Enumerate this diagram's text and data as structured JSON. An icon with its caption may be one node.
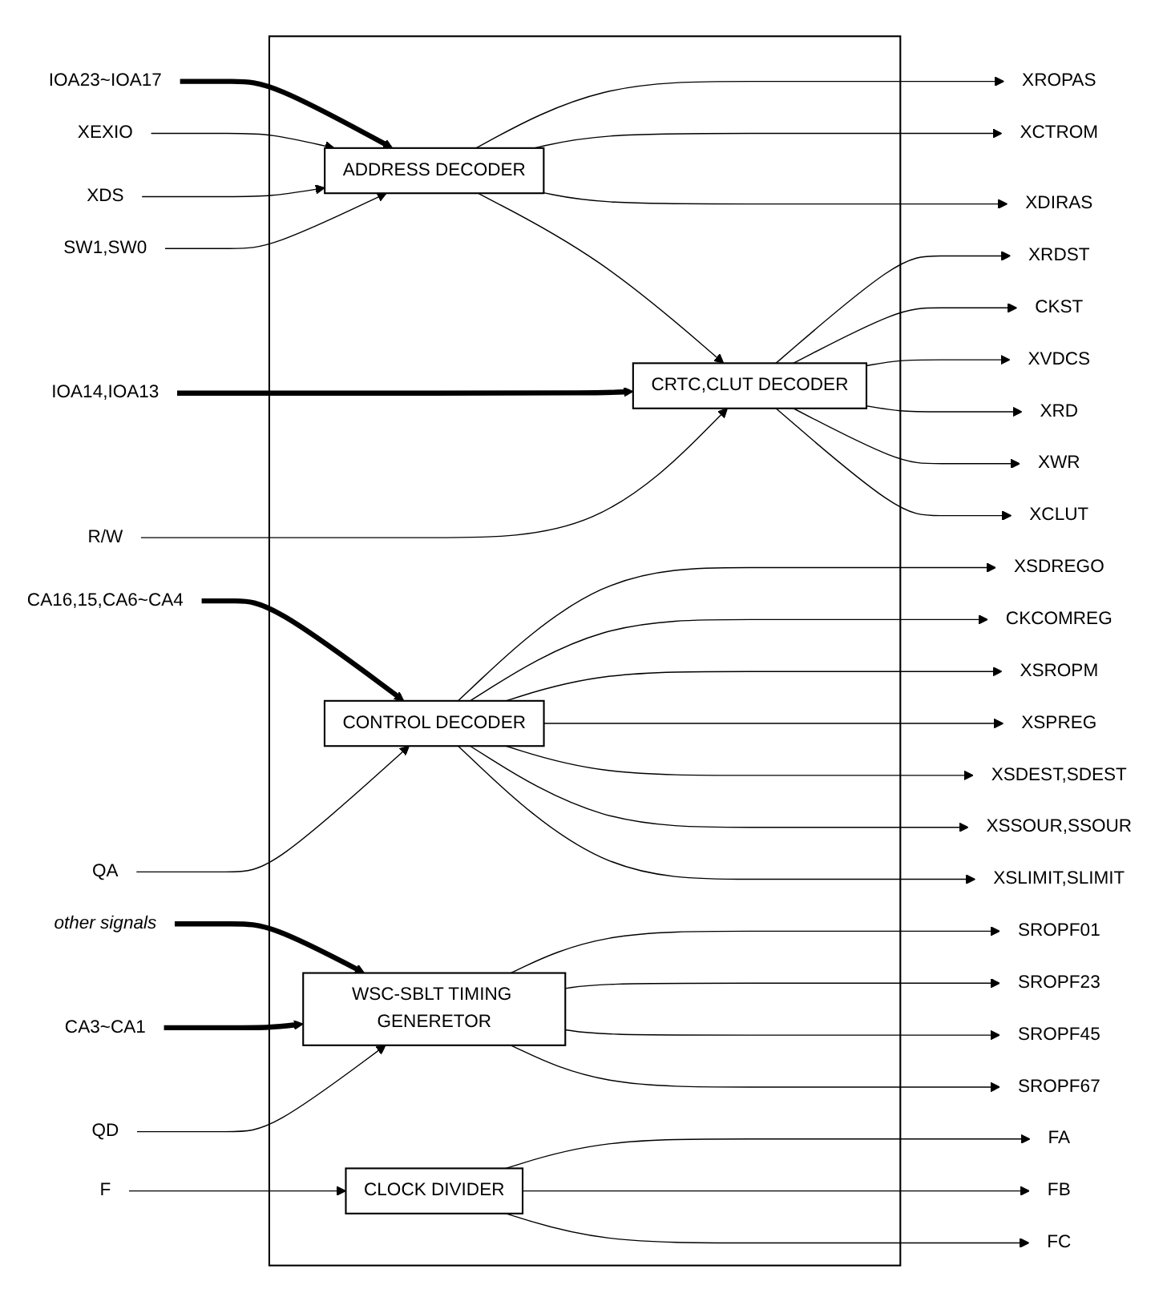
{
  "diagram": {
    "nodes": [
      {
        "text": [],
        "shape": "box"
      },
      {
        "text": [
          "ADDRESS DECODER"
        ],
        "in": 0
      },
      {
        "text": [
          "CONTROL DECODER"
        ],
        "in": 0
      },
      {
        "text": [
          "CRTC,CLUT DECODER"
        ],
        "in": 0
      },
      {
        "text": [
          "WSC-SBLT TIMING GENERETOR"
        ],
        "in": 0
      },
      {
        "text": [
          "CLOCK DIVIDER"
        ],
        "in": 0
      },
      {
        "text": [
          "IOA23~IOA17"
        ]
      },
      {
        "text": [
          "XEXIO"
        ]
      },
      {
        "text": [
          "XDS"
        ]
      },
      {
        "text": [
          "SW1,SW0"
        ]
      },
      {
        "text": [
          "CA16,15,CA6~CA4"
        ]
      },
      {
        "text": [
          "QA"
        ]
      },
      {
        "text": [
          "IOA14,IOA13"
        ]
      },
      {
        "text": [
          "R/W"
        ]
      },
      {
        "text": [
          "other signals"
        ]
      },
      {
        "text": [
          "CA3~CA1"
        ]
      },
      {
        "text": [
          "QD"
        ]
      },
      {
        "text": [
          "F"
        ]
      },
      {
        "text": [
          "XROPAS"
        ]
      },
      {
        "text": [
          "XCTROM"
        ]
      },
      {
        "text": [
          "XDIRAS"
        ]
      },
      {
        "text": [
          "XSDREGO"
        ]
      },
      {
        "text": [
          "CKCOMREG"
        ]
      },
      {
        "text": [
          "XSROPM"
        ]
      },
      {
        "text": [
          "XSPREG"
        ]
      },
      {
        "text": [
          "XSDEST,SDEST"
        ]
      },
      {
        "text": [
          "XSSOUR,SSOUR"
        ]
      },
      {
        "text": [
          "XSLIMIT,SLIMIT"
        ]
      },
      {
        "text": [
          "XRDST"
        ]
      },
      {
        "text": [
          "CKST"
        ]
      },
      {
        "text": [
          "XVDCS"
        ]
      },
      {
        "text": [
          "XRD"
        ]
      },
      {
        "text": [
          "XWR"
        ]
      },
      {
        "text": [
          "XCLUT"
        ]
      },
      {
        "text": [
          "SROPF01"
        ]
      },
      {
        "text": [
          "SROPF23"
        ]
      },
      {
        "text": [
          "SROPF45"
        ]
      },
      {
        "text": [
          "SROPF67"
        ]
      },
      {
        "text": [
          "FA"
        ]
      },
      {
        "text": [
          "FB"
        ]
      },
      {
        "text": [
          "FC"
        ]
      }
    ],
    "edges": [
      {
        "from": 6,
        "to": 1,
        "arrow": "to",
        "style": "thick"
      },
      {
        "from": 7,
        "to": 1,
        "arrow": "to"
      },
      {
        "from": 8,
        "to": 1,
        "arrow": "to"
      },
      {
        "from": 9,
        "to": 1,
        "arrow": "to"
      },
      {
        "from": 10,
        "to": 2,
        "arrow": "to",
        "style": "thick"
      },
      {
        "from": 11,
        "to": 2,
        "arrow": "to"
      },
      {
        "from": 12,
        "to": 3,
        "arrow": "to",
        "style": "thick"
      },
      {
        "from": 13,
        "to": 3,
        "arrow": "to"
      },
      {
        "from": 14,
        "to": 4,
        "arrow": "to",
        "style": "thick"
      },
      {
        "from": 15,
        "to": 4,
        "arrow": "to",
        "style": "thick"
      },
      {
        "from": 16,
        "to": 4,
        "arrow": "to"
      },
      {
        "from": 17,
        "to": 5,
        "arrow": "to"
      },
      {
        "from": 1,
        "to": 18,
        "arrow": "to"
      },
      {
        "from": 1,
        "to": 19,
        "arrow": "to"
      },
      {
        "from": 1,
        "to": 20,
        "arrow": "to"
      },
      {
        "from": 1,
        "to": 3,
        "arrow": "to"
      },
      {
        "from": 2,
        "to": 21,
        "arrow": "to"
      },
      {
        "from": 2,
        "to": 22,
        "arrow": "to"
      },
      {
        "from": 2,
        "to": 23,
        "arrow": "to"
      },
      {
        "from": 2,
        "to": 24,
        "arrow": "to"
      },
      {
        "from": 2,
        "to": 25,
        "arrow": "to"
      },
      {
        "from": 2,
        "to": 26,
        "arrow": "to"
      },
      {
        "from": 2,
        "to": 27,
        "arrow": "to"
      },
      {
        "from": 3,
        "to": 28,
        "arrow": "to"
      },
      {
        "from": 3,
        "to": 29,
        "arrow": "to"
      },
      {
        "from": 3,
        "to": 30,
        "arrow": "to"
      },
      {
        "from": 3,
        "to": 31,
        "arrow": "to"
      },
      {
        "from": 3,
        "to": 32,
        "arrow": "to"
      },
      {
        "from": 3,
        "to": 33,
        "arrow": "to"
      },
      {
        "from": 4,
        "to": 34,
        "arrow": "to"
      },
      {
        "from": 4,
        "to": 35,
        "arrow": "to"
      },
      {
        "from": 4,
        "to": 36,
        "arrow": "to"
      },
      {
        "from": 4,
        "to": 37,
        "arrow": "to"
      },
      {
        "from": 5,
        "to": 38,
        "arrow": "to"
      },
      {
        "from": 5,
        "to": 39,
        "arrow": "to"
      },
      {
        "from": 5,
        "to": 40,
        "arrow": "to"
      }
    ]
  }
}
